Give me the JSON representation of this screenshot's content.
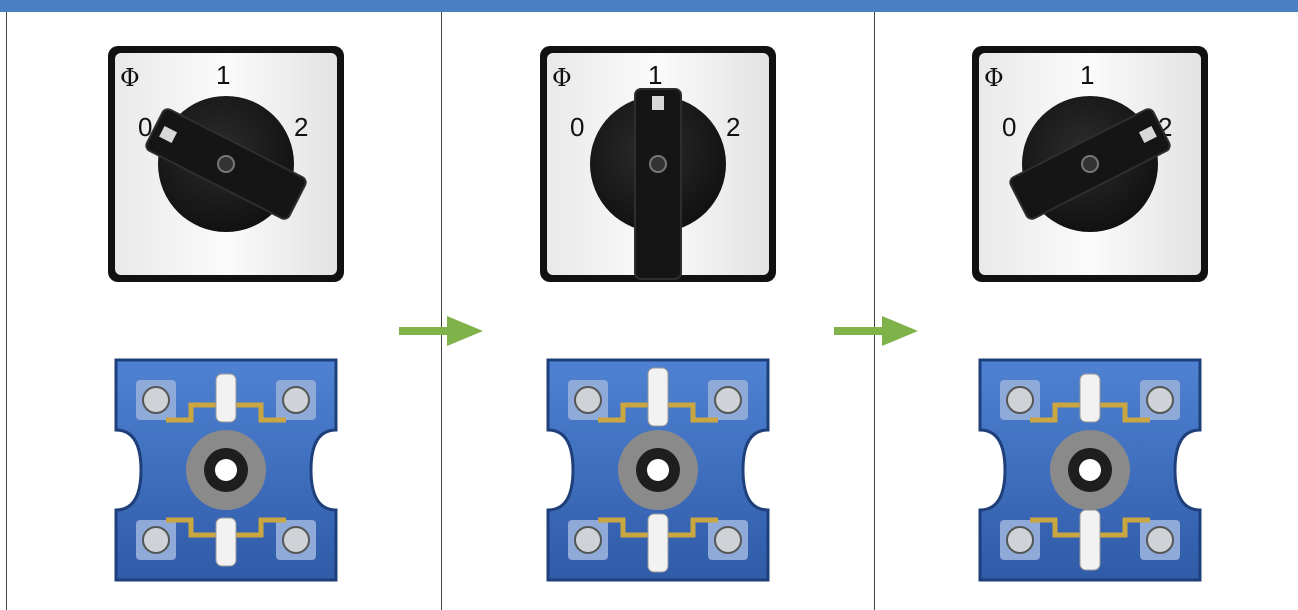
{
  "switch_labels": {
    "phi": "Φ",
    "pos0": "0",
    "pos1": "1",
    "pos2": "2"
  },
  "stages": [
    {
      "position": "0"
    },
    {
      "position": "1"
    },
    {
      "position": "2"
    }
  ],
  "colors": {
    "top_bar": "#4a7fc4",
    "arrow": "#7fb34a",
    "housing": "#3f6fbf",
    "knob": "#1a1a1a",
    "contacts": "#c9a640"
  }
}
